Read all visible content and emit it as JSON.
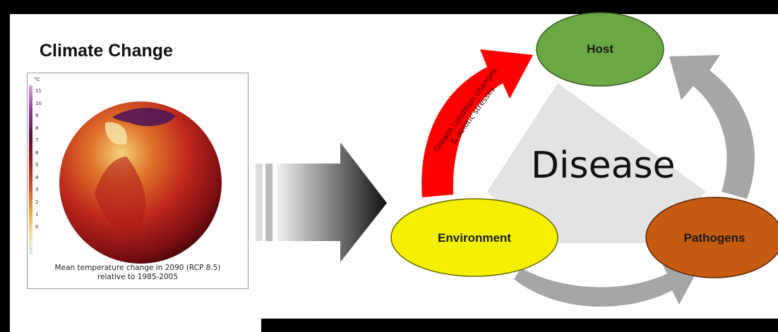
{
  "left_panel": {
    "title": "Climate Change",
    "legend_unit": "°C",
    "legend_ticks": [
      "11",
      "10",
      "9",
      "8",
      "7",
      "6",
      "5",
      "4",
      "3",
      "2",
      "1",
      "0"
    ],
    "caption_line1": "Mean temperature change in 2090 (RCP 8.5)",
    "caption_line2": "relative to 1985-2005"
  },
  "triangle": {
    "center_label": "Disease",
    "nodes": {
      "host": "Host",
      "environment": "Environment",
      "pathogens": "Pathogens"
    },
    "red_arrow_line1": "Growth condition changes",
    "red_arrow_line2": "& abiotic stresses"
  },
  "colors": {
    "host": "#6aa843",
    "environment": "#f5f000",
    "pathogens": "#c55a11",
    "red_arrow": "#ff0000",
    "grey_arrow": "#a6a6a6",
    "triangle_fill": "#e3e3e3",
    "background": "#000000"
  }
}
